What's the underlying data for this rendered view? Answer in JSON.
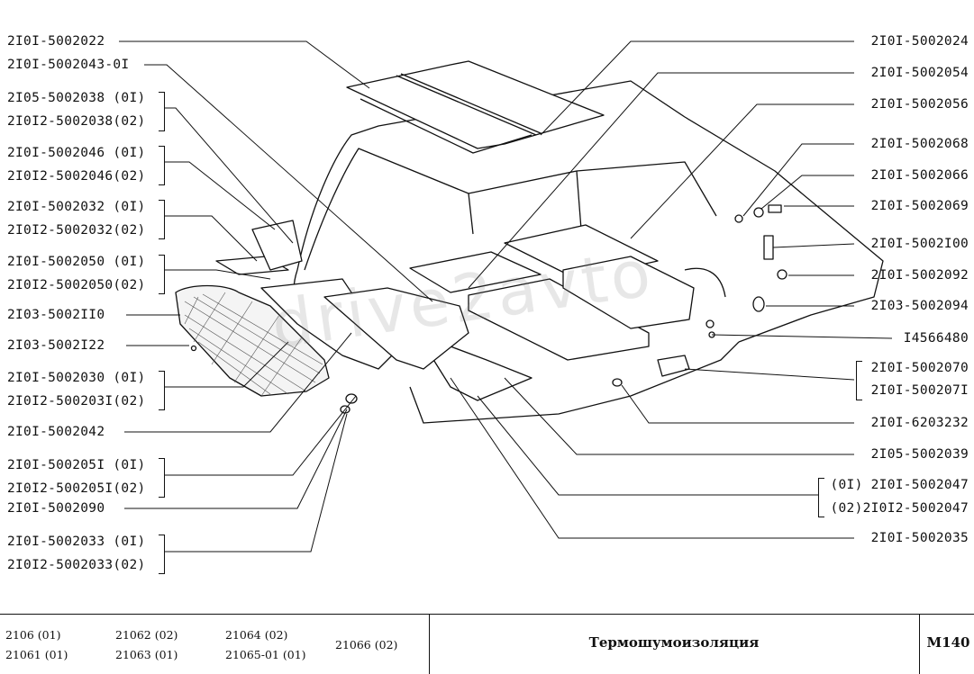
{
  "labels_left": [
    {
      "id": "l1",
      "text": "2I0I-5002022"
    },
    {
      "id": "l2",
      "text": "2I0I-5002043-0I"
    },
    {
      "id": "l3a",
      "text": "2I05-5002038 (0I)"
    },
    {
      "id": "l3b",
      "text": "2I0I2-5002038(02)"
    },
    {
      "id": "l4a",
      "text": "2I0I-5002046 (0I)"
    },
    {
      "id": "l4b",
      "text": "2I0I2-5002046(02)"
    },
    {
      "id": "l5a",
      "text": "2I0I-5002032 (0I)"
    },
    {
      "id": "l5b",
      "text": "2I0I2-5002032(02)"
    },
    {
      "id": "l6a",
      "text": "2I0I-5002050 (0I)"
    },
    {
      "id": "l6b",
      "text": "2I0I2-5002050(02)"
    },
    {
      "id": "l7",
      "text": "2I03-5002II0"
    },
    {
      "id": "l8",
      "text": "2I03-5002I22"
    },
    {
      "id": "l9a",
      "text": "2I0I-5002030 (0I)"
    },
    {
      "id": "l9b",
      "text": "2I0I2-500203I(02)"
    },
    {
      "id": "l10",
      "text": "2I0I-5002042"
    },
    {
      "id": "l11a",
      "text": "2I0I-500205I (0I)"
    },
    {
      "id": "l11b",
      "text": "2I0I2-500205I(02)"
    },
    {
      "id": "l12",
      "text": "2I0I-5002090"
    },
    {
      "id": "l13a",
      "text": "2I0I-5002033 (0I)"
    },
    {
      "id": "l13b",
      "text": "2I0I2-5002033(02)"
    }
  ],
  "labels_right": [
    {
      "id": "r1",
      "text": "2I0I-5002024"
    },
    {
      "id": "r2",
      "text": "2I0I-5002054"
    },
    {
      "id": "r3",
      "text": "2I0I-5002056"
    },
    {
      "id": "r4",
      "text": "2I0I-5002068"
    },
    {
      "id": "r5",
      "text": "2I0I-5002066"
    },
    {
      "id": "r6",
      "text": "2I0I-5002069"
    },
    {
      "id": "r7",
      "text": "2I0I-5002I00"
    },
    {
      "id": "r8",
      "text": "2I0I-5002092"
    },
    {
      "id": "r9",
      "text": "2I03-5002094"
    },
    {
      "id": "r10",
      "text": "I4566480"
    },
    {
      "id": "r11a",
      "text": "2I0I-5002070"
    },
    {
      "id": "r11b",
      "text": "2I0I-500207I"
    },
    {
      "id": "r12",
      "text": "2I0I-6203232"
    },
    {
      "id": "r13",
      "text": "2I05-5002039"
    },
    {
      "id": "r14a",
      "text": "(0I) 2I0I-5002047"
    },
    {
      "id": "r14b",
      "text": "(02)2I0I2-5002047"
    },
    {
      "id": "r15",
      "text": "2I0I-5002035"
    }
  ],
  "footer": {
    "models": [
      [
        "2106 (01)",
        "21061 (01)"
      ],
      [
        "21062 (02)",
        "21063 (01)"
      ],
      [
        "21064 (02)",
        "21065-01 (01)"
      ],
      [
        "21066 (02)"
      ]
    ],
    "title": "Термошумоизоляция",
    "code": "M140"
  },
  "watermark": "drive2avto"
}
